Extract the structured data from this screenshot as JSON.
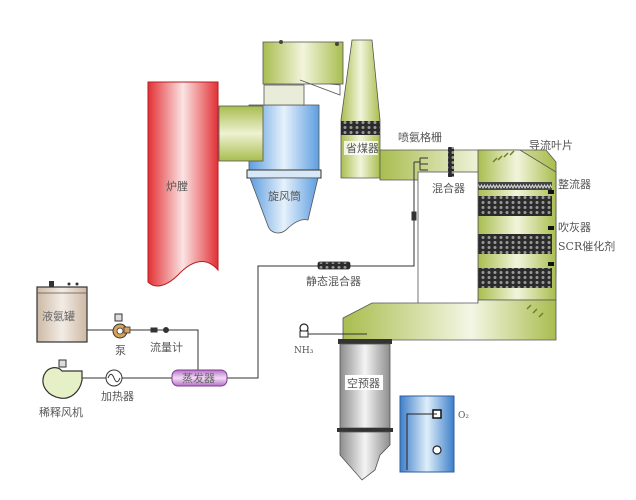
{
  "title": "SCR脱硝系统流程示意图",
  "components": {
    "furnace": "炉膛",
    "cyclone": "旋风筒",
    "economizer": "省煤器",
    "ammonia_grid": "喷氨格栅",
    "guide_vanes": "导流叶片",
    "mixer": "混合器",
    "flow_straightener": "整流器",
    "soot_blower": "吹灰器",
    "scr_catalyst": "SCR催化剂",
    "static_mixer": "静态混合器",
    "ammonia_tank": "液氨罐",
    "pump": "泵",
    "flowmeter": "流量计",
    "dilution_fan": "稀释风机",
    "heater": "加热器",
    "evaporator": "蒸发器",
    "nh3_analyzer": "NH₃",
    "air_preheater": "空预器",
    "o2_analyzer": "O₂"
  },
  "colors": {
    "furnace": "#e8373a",
    "duct": "#b9c96a",
    "cyclone": "#7fb4e6",
    "evaporator": "#c98bd6",
    "tank": "#d8c8b8",
    "preheater": "#b8b8b8",
    "line": "#333333"
  }
}
